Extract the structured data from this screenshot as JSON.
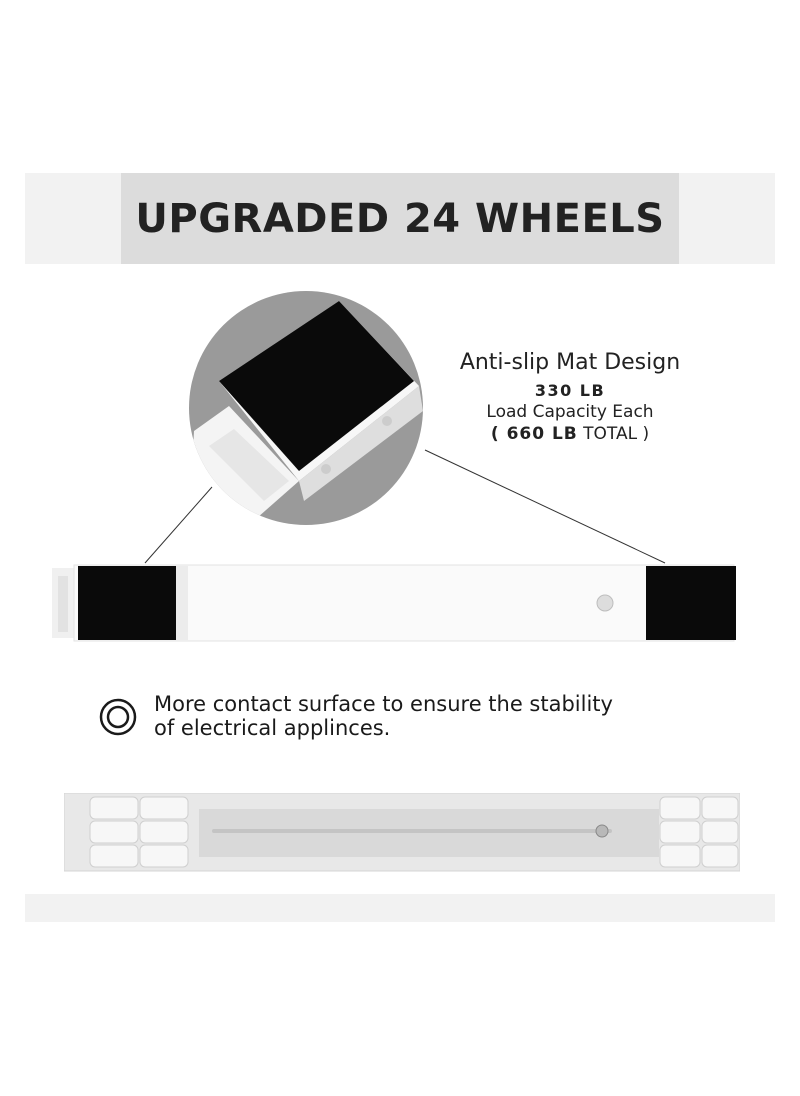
{
  "banner": {
    "title": "UPGRADED 24 WHEELS"
  },
  "callout": {
    "heading": "Anti-slip Mat Design",
    "capacity": "330 LB",
    "capacity_label": "Load Capacity Each",
    "total_open": "( ",
    "total_value": "660 LB",
    "total_word": " TOTAL )"
  },
  "feature": {
    "icon": "concentric-circles-icon",
    "text_line1": "More contact surface to ensure the stability",
    "text_line2": "of electrical applinces."
  },
  "colors": {
    "band": "#f2f2f2",
    "title_box": "#dcdcdc",
    "title_text": "#222222",
    "mat": "#0a0a0a"
  }
}
